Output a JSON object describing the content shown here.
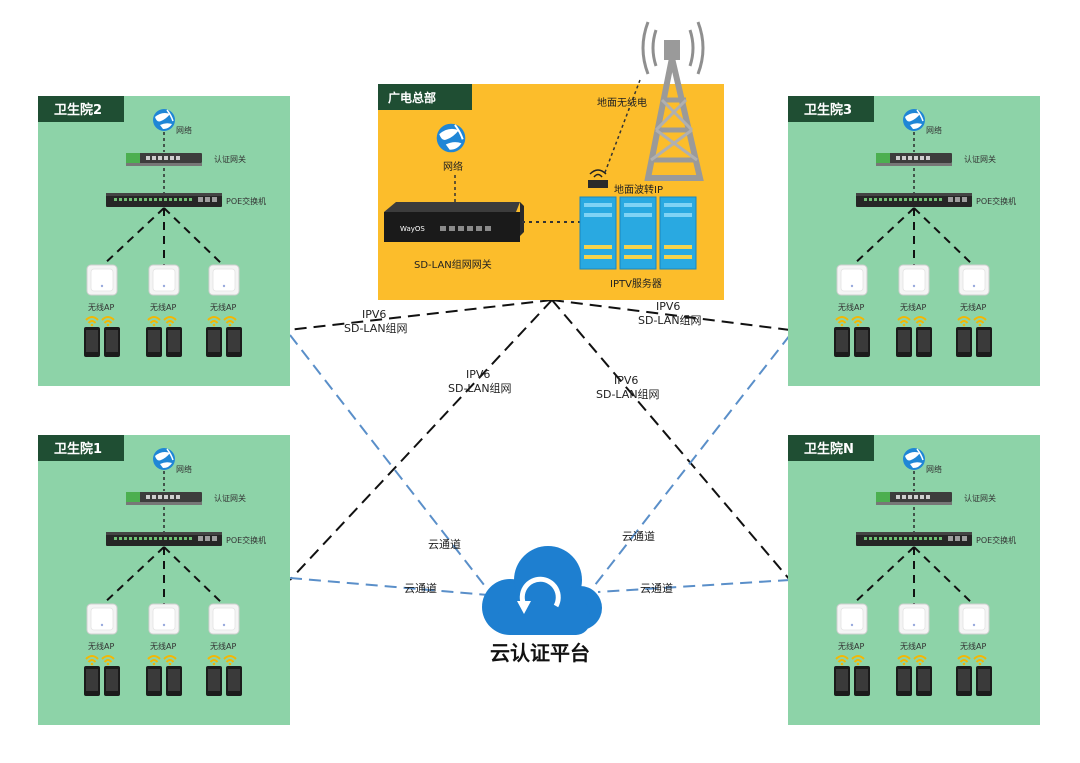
{
  "hq": {
    "title": "广电总部",
    "network_label": "网络",
    "gateway_label": "SD-LAN组网网关",
    "tower_label": "地面无线电",
    "ip_label": "地面波转IP",
    "server_label": "IPTV服务器",
    "gateway_brand": "WayOS"
  },
  "sites": [
    {
      "id": "site2",
      "title": "卫生院2"
    },
    {
      "id": "site1",
      "title": "卫生院1"
    },
    {
      "id": "site3",
      "title": "卫生院3"
    },
    {
      "id": "siteN",
      "title": "卫生院N"
    }
  ],
  "site_labels": {
    "network": "网络",
    "auth_gateway": "认证网关",
    "poe_switch": "POE交换机",
    "wireless_ap": "无线AP"
  },
  "links": {
    "ipv6": "IPV6",
    "sdlan": "SD-LAN组网",
    "cloud_channel": "云通道"
  },
  "cloud": {
    "label": "云认证平台"
  },
  "colors": {
    "site_bg": "#8dd3a8",
    "site_header": "#1f4e33",
    "hq_bg": "#fcbd2b",
    "cloud": "#1e7fd0",
    "dashed_blue": "#5a8fc9",
    "server": "#29a9e1"
  }
}
